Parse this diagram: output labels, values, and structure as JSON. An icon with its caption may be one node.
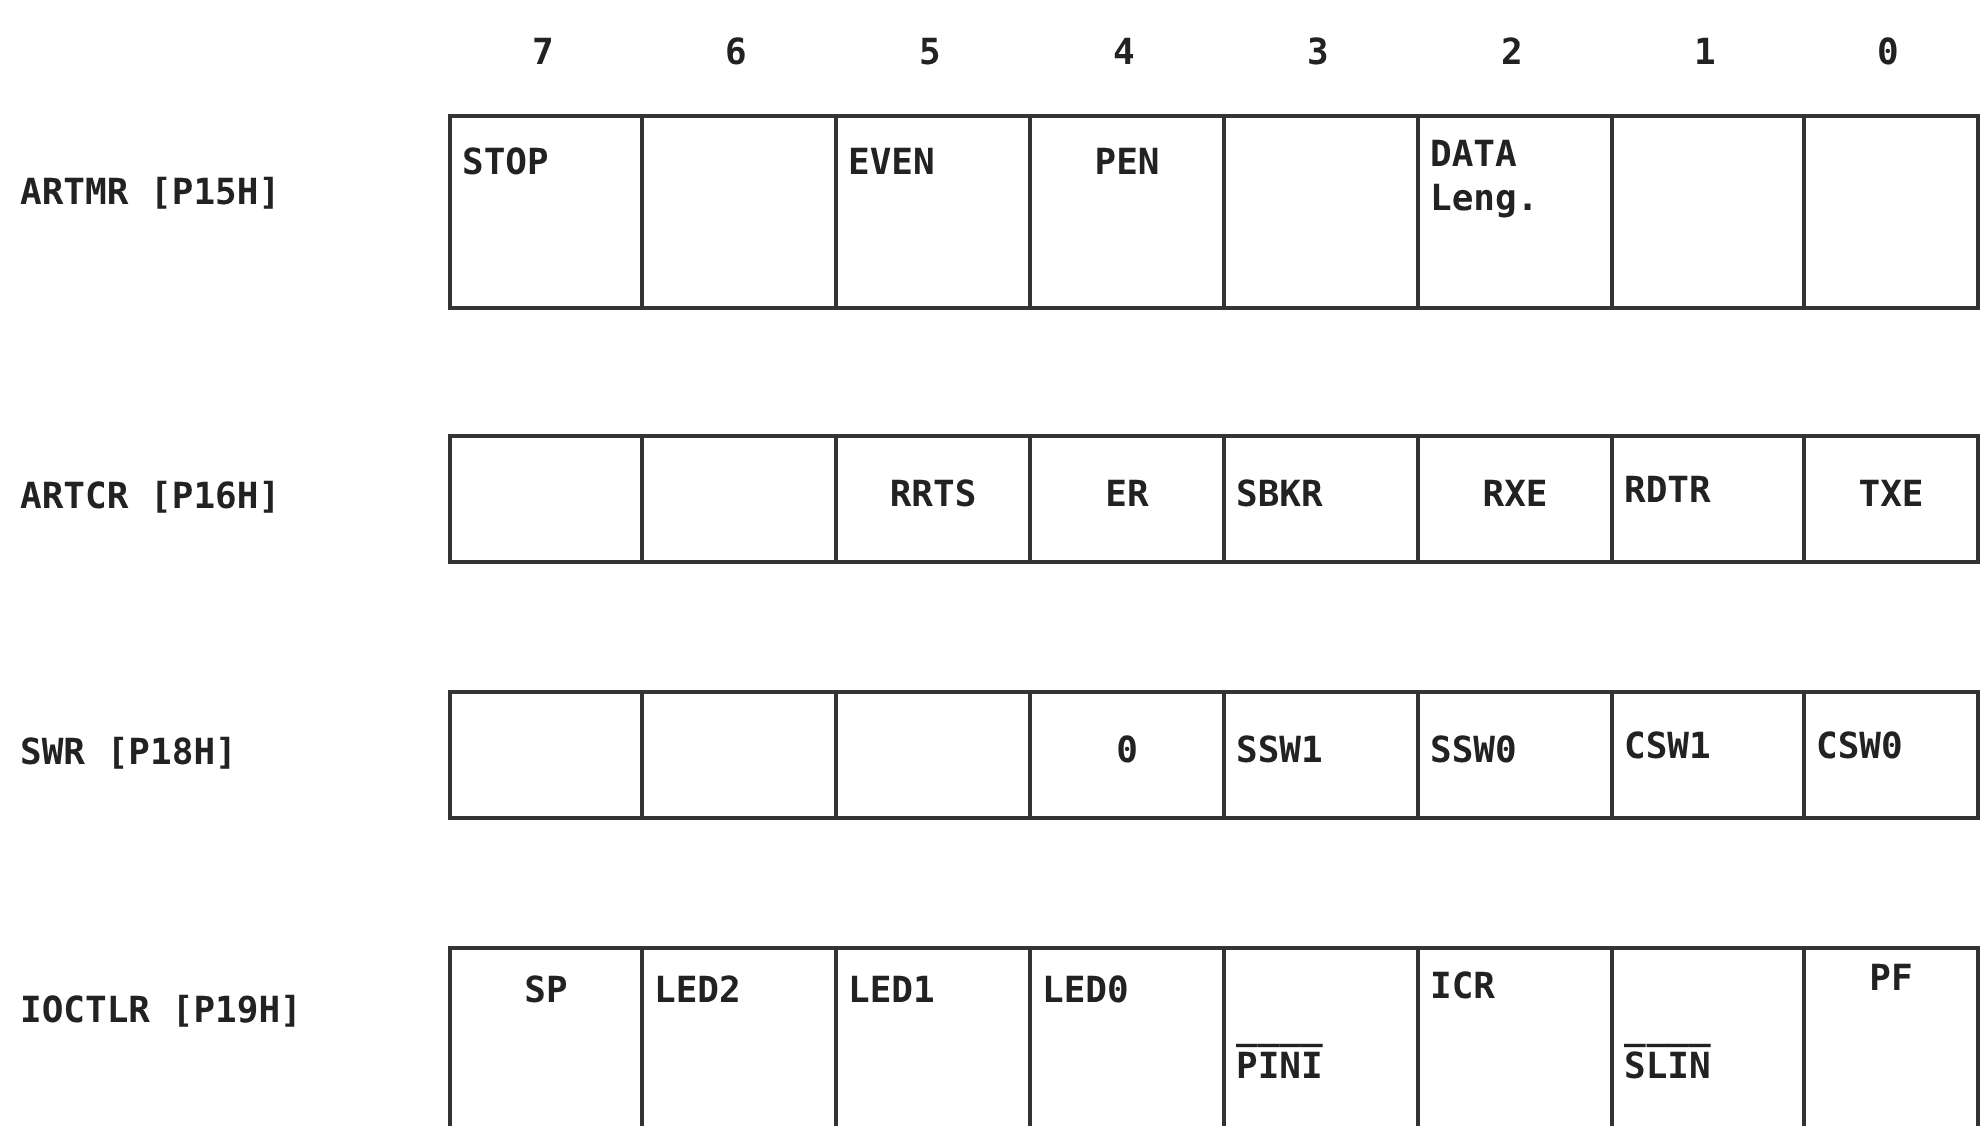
{
  "diagram": {
    "nodes": [
      {
        "text": [
          "STOP"
        ]
      },
      {
        "text": [],
        "shape": "box"
      },
      {
        "text": [
          "EVEN"
        ]
      },
      {
        "text": [
          "PEN"
        ]
      },
      {
        "text": [],
        "shape": "box"
      },
      {
        "text": [
          "DATA Leng."
        ]
      },
      {
        "text": [],
        "shape": "box"
      },
      {
        "text": [],
        "shape": "box"
      },
      {
        "text": [],
        "shape": "box"
      },
      {
        "text": [],
        "shape": "box"
      },
      {
        "text": [
          "RRTS"
        ]
      },
      {
        "text": [
          "ER"
        ]
      },
      {
        "text": [
          "SBKR"
        ]
      },
      {
        "text": [
          "RXE"
        ]
      },
      {
        "text": [
          "RDTR"
        ]
      },
      {
        "text": [
          "TXE"
        ]
      },
      {
        "text": [],
        "shape": "box"
      },
      {
        "text": [],
        "shape": "box"
      },
      {
        "text": [],
        "shape": "box"
      },
      {
        "text": [
          "0"
        ]
      },
      {
        "text": [
          "SSW1"
        ]
      },
      {
        "text": [
          "SSW0"
        ]
      },
      {
        "text": [
          "CSW1"
        ]
      },
      {
        "text": [
          "CSW0"
        ]
      },
      {
        "text": [
          "SP"
        ]
      },
      {
        "text": [
          "LED2"
        ]
      },
      {
        "text": [
          "LED1"
        ]
      },
      {
        "text": [
          "LED0"
        ]
      },
      {
        "text": [
          "P̅I̅N̅I̅"
        ]
      },
      {
        "text": [
          "ICR"
        ]
      },
      {
        "text": [
          "S̅L̅I̅N̅"
        ]
      },
      {
        "text": [
          "PF"
        ]
      }
    ],
    "labels": [
      "7",
      "6",
      "5",
      "4",
      "3",
      "2",
      "1",
      "0",
      "ARTMR [P15H]",
      "ARTCR [P16H]",
      "SWR [P18H]",
      "IOCTLR [P19H]"
    ]
  }
}
